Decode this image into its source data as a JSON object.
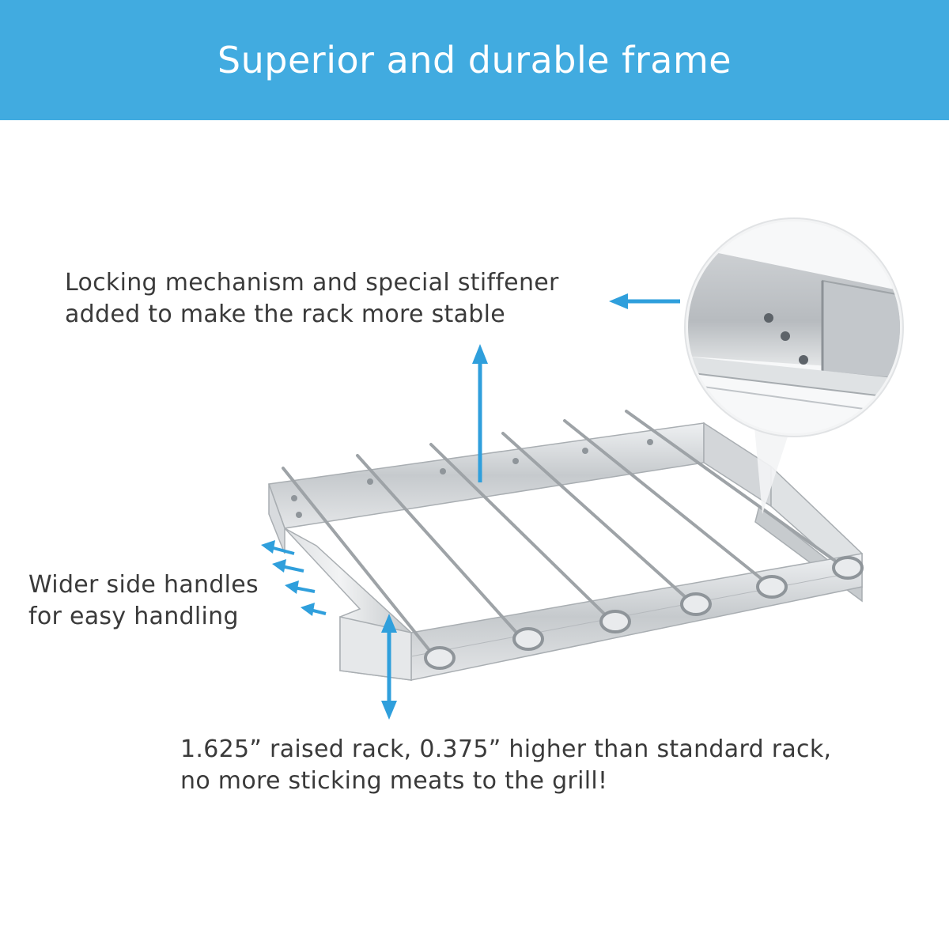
{
  "header": {
    "title": "Superior and durable frame",
    "background_color": "#41abe0"
  },
  "callouts": {
    "locking": {
      "line1": "Locking mechanism and special stiffener",
      "line2": "added to make the rack more stable"
    },
    "handles": {
      "line1": "Wider side handles",
      "line2": "for easy handling"
    },
    "raised": {
      "line1": "1.625” raised rack, 0.375” higher than standard rack,",
      "line2": "no more sticking meats to the grill!"
    }
  },
  "colors": {
    "arrow": "#2f9fdc",
    "steel": "#c9cdd0",
    "text": "#3a3a3a"
  },
  "product": {
    "skewer_count": 6
  }
}
